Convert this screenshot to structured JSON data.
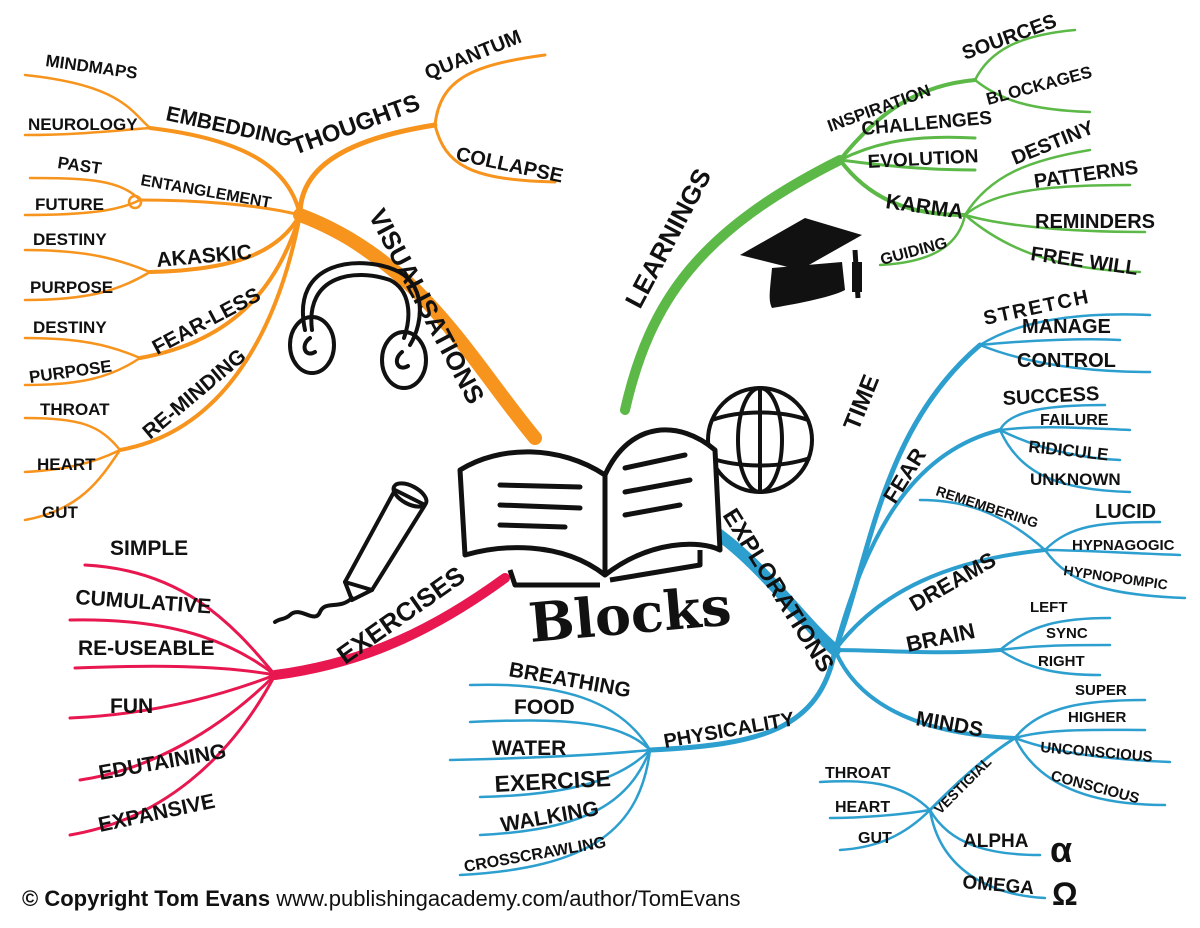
{
  "center": {
    "title": "Blocks",
    "icon": "open-book-icon"
  },
  "colors": {
    "orange": "#f7941d",
    "green": "#5cb947",
    "blue": "#2d9fcf",
    "red": "#e8174f"
  },
  "branches": {
    "visualisations": {
      "label": "VISUALISATIONS",
      "icon": "headphones-icon"
    },
    "learnings": {
      "label": "LEARNINGS",
      "icon": "graduation-cap-icon"
    },
    "explorations": {
      "label": "EXPLORATIONS",
      "icon": "globe-icon"
    },
    "exercises": {
      "label": "EXERCISES",
      "icon": "pencil-icon"
    }
  },
  "labels": {
    "thoughts": "THOUGHTS",
    "quantum": "QUANTUM",
    "collapse": "COLLAPSE",
    "embedding": "EMBEDDING",
    "mindmaps": "MINDMAPS",
    "neurology": "NEUROLOGY",
    "entanglement": "ENTANGLEMENT",
    "past": "PAST",
    "future": "FUTURE",
    "akaskic": "AKASKIC",
    "destiny_1": "DESTINY",
    "purpose_1": "PURPOSE",
    "fearless": "FEAR-LESS",
    "destiny_2": "DESTINY",
    "purpose_2": "PURPOSE",
    "reminding": "RE-MINDING",
    "throat_1": "THROAT",
    "heart_1": "HEART",
    "gut_1": "GUT",
    "inspiration": "INSPIRATION",
    "sources": "SOURCES",
    "blockages": "BLOCKAGES",
    "challenges": "CHALLENGES",
    "evolution": "EVOLUTION",
    "karma": "KARMA",
    "destiny_3": "DESTINY",
    "patterns": "PATTERNS",
    "reminders": "REMINDERS",
    "guiding": "GUIDING",
    "free_will": "FREE WILL",
    "time": "TIME",
    "stretch": "STRETCH",
    "manage": "MANAGE",
    "control": "CONTROL",
    "fear": "FEAR",
    "success": "SUCCESS",
    "failure": "FAILURE",
    "ridicule": "RIDICULE",
    "unknown": "UNKNOWN",
    "dreams": "DREAMS",
    "remembering": "REMEMBERING",
    "lucid": "LUCID",
    "hypnagogic": "HYPNAGOGIC",
    "hypnopompic": "HYPNOPOMPIC",
    "brain": "BRAIN",
    "left": "LEFT",
    "sync": "SYNC",
    "right": "RIGHT",
    "minds": "MINDS",
    "super": "SUPER",
    "higher": "HIGHER",
    "unconscious": "UNCONSCIOUS",
    "conscious": "CONSCIOUS",
    "vestigial": "VESTIGIAL",
    "throat_2": "THROAT",
    "heart_2": "HEART",
    "gut_2": "GUT",
    "alpha": "ALPHA",
    "omega": "OMEGA",
    "alpha_symbol": "α",
    "omega_symbol": "Ω",
    "physicality": "PHYSICALITY",
    "breathing": "BREATHING",
    "food": "FOOD",
    "water": "WATER",
    "exercise": "EXERCISE",
    "walking": "WALKING",
    "crosscrawling": "CROSSCRAWLING",
    "simple": "SIMPLE",
    "cumulative": "CUMULATIVE",
    "reuseable": "RE-USEABLE",
    "fun": "FUN",
    "edutaining": "EDUTAINING",
    "expansive": "EXPANSIVE"
  },
  "footer": {
    "copyright": "© Copyright Tom Evans",
    "url": "www.publishingacademy.com/author/TomEvans"
  }
}
